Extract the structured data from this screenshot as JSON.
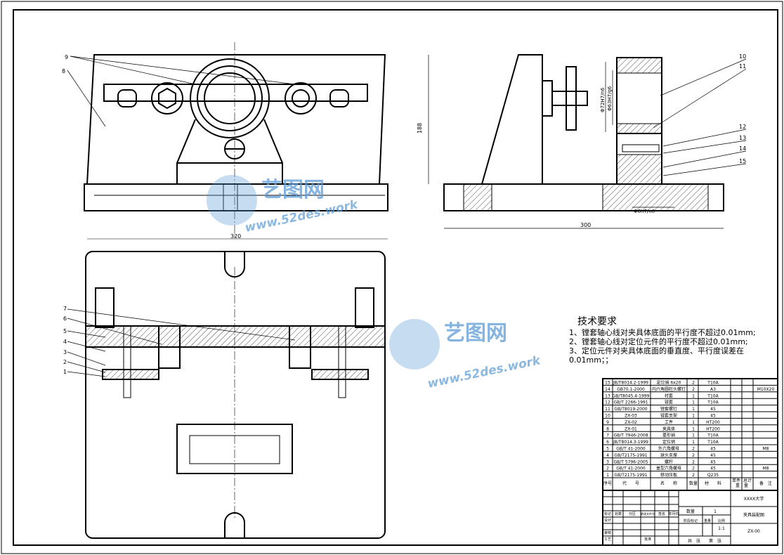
{
  "labels": {
    "p9": "9",
    "p8": "8",
    "p10": "10",
    "p11": "11",
    "p12": "12",
    "p13": "13",
    "p14": "14",
    "p15": "15",
    "p7": "7",
    "p6": "6",
    "p5": "5",
    "p4": "4",
    "p3": "3",
    "p2": "2",
    "p1": "1"
  },
  "dims": {
    "w320": "320",
    "h188": "188",
    "w300": "300",
    "d72": "Φ72H7/n6",
    "d63": "Φ63H7/g6",
    "d6": "Φ6h7/n6"
  },
  "watermark": {
    "brand": "艺图网",
    "url": "www.52des.work"
  },
  "tech": {
    "title": "技术要求",
    "items": [
      "1、镗套轴心线对夹具体底面的平行度不超过0.01mm;",
      "2、镗套轴心线对定位元件的平行度不超过0.01mm;",
      "3、定位元件对夹具体底面的垂直度、平行度误差在0.01mm；；"
    ]
  },
  "bom": {
    "rows": [
      [
        "15",
        "JB/T8014.2-1999",
        "定位销 6x20",
        "2",
        "T10A",
        "",
        ""
      ],
      [
        "14",
        "GB70.1-2000",
        "内六角圆柱头螺钉",
        "2",
        "A3",
        "",
        "M10X20"
      ],
      [
        "13",
        "GB/T8045.4-1999",
        "衬套",
        "1",
        "T10A",
        "",
        ""
      ],
      [
        "12",
        "GB/T 2266-1991",
        "镗套",
        "1",
        "T10A",
        "",
        ""
      ],
      [
        "11",
        "GB/T8019-2000",
        "镗套螺钉",
        "1",
        "45",
        "",
        ""
      ],
      [
        "10",
        "ZX-03",
        "镗套支架",
        "1",
        "45",
        "",
        ""
      ],
      [
        "9",
        "ZX-02",
        "工件",
        "1",
        "HT200",
        "",
        ""
      ],
      [
        "8",
        "ZX-01",
        "夹具体",
        "1",
        "HT200",
        "",
        ""
      ],
      [
        "7",
        "GB/T 7946-2008",
        "菱形销",
        "1",
        "T10A",
        "",
        ""
      ],
      [
        "6",
        "JB/T8014.3-1999",
        "定位销",
        "1",
        "T10A",
        "",
        ""
      ],
      [
        "5",
        "GB/T 41-2000",
        "外六角螺母",
        "2",
        "45",
        "",
        "M8"
      ],
      [
        "4",
        "GB/T2175-1991",
        "球头支撑",
        "2",
        "45",
        "",
        ""
      ],
      [
        "3",
        "GB/T 5796-2005",
        "螺杆",
        "2",
        "45",
        "",
        ""
      ],
      [
        "2",
        "GB/T 41-2000",
        "盖型六角螺母",
        "2",
        "45",
        "",
        "M8"
      ],
      [
        "1",
        "GB/T2175-1991",
        "移动压板",
        "2",
        "Q235",
        "",
        ""
      ]
    ],
    "header": {
      "no": "序号",
      "code": "代　　号",
      "name": "名　　称",
      "qty": "数量",
      "mat": "材　　料",
      "single": "单件",
      "total": "总计",
      "weight": "重　量",
      "note": "备　注"
    }
  },
  "title_block": {
    "school": "XXXX大学",
    "drawing": "夹具装配图",
    "number": "ZX-00",
    "qty_label": "数量",
    "qty": "1",
    "stage": "阶段标记",
    "weight": "重量",
    "scale_label": "比例",
    "scale": "1:1",
    "sheets": "共　张　　第　张",
    "mark": "标记",
    "count": "处数",
    "zone": "分区",
    "change": "更改文件号",
    "sign": "签名",
    "date": "年月日",
    "design": "设计",
    "check": "审核",
    "process": "工艺",
    "approve": "批准"
  }
}
